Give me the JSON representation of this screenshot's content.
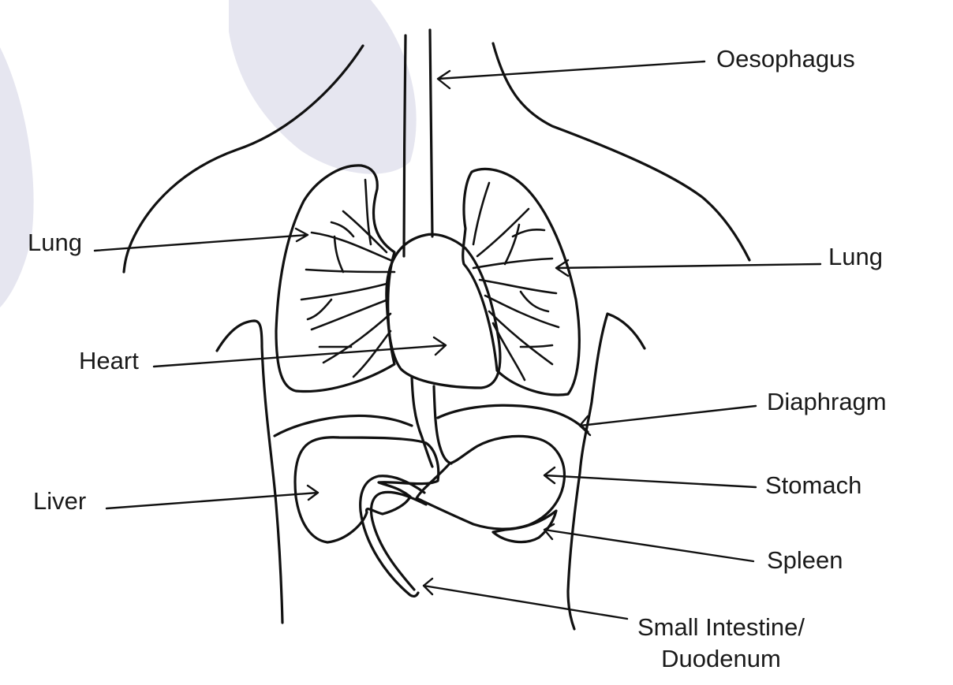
{
  "labels": {
    "oesophagus": "Oesophagus",
    "lung_left": "Lung",
    "lung_right": "Lung",
    "heart": "Heart",
    "diaphragm": "Diaphragm",
    "liver": "Liver",
    "stomach": "Stomach",
    "spleen": "Spleen",
    "small_intestine_line1": "Small Intestine/",
    "small_intestine_line2": "Duodenum"
  },
  "colors": {
    "lung": "#f5ec36",
    "heart": "#d11f26",
    "liver": "#6e4fa3",
    "stomach": "#68c383",
    "spleen": "#f7c66d",
    "background_blob": "#e6e6f0",
    "outline": "#111111"
  }
}
